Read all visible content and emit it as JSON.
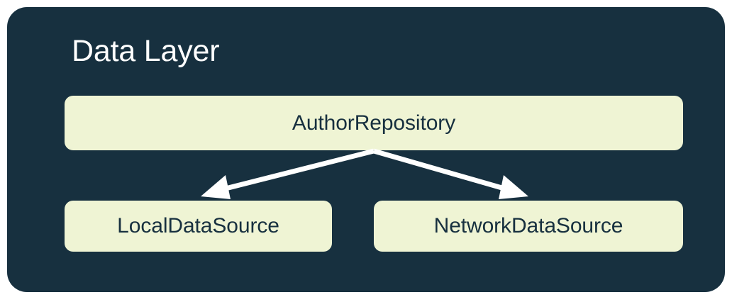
{
  "diagram": {
    "title": "Data Layer",
    "background_color": "#ffffff",
    "panel_color": "#17303f",
    "node_fill_color": "#eff4d4",
    "node_text_color": "#17303f",
    "title_color": "#ffffff",
    "arrow_color": "#ffffff",
    "nodes": [
      {
        "id": "repository",
        "label": "AuthorRepository"
      },
      {
        "id": "local",
        "label": "LocalDataSource"
      },
      {
        "id": "network",
        "label": "NetworkDataSource"
      }
    ],
    "edges": [
      {
        "from": "repository",
        "to": "local",
        "style": "solid-arrow"
      },
      {
        "from": "repository",
        "to": "network",
        "style": "solid-arrow"
      }
    ]
  }
}
